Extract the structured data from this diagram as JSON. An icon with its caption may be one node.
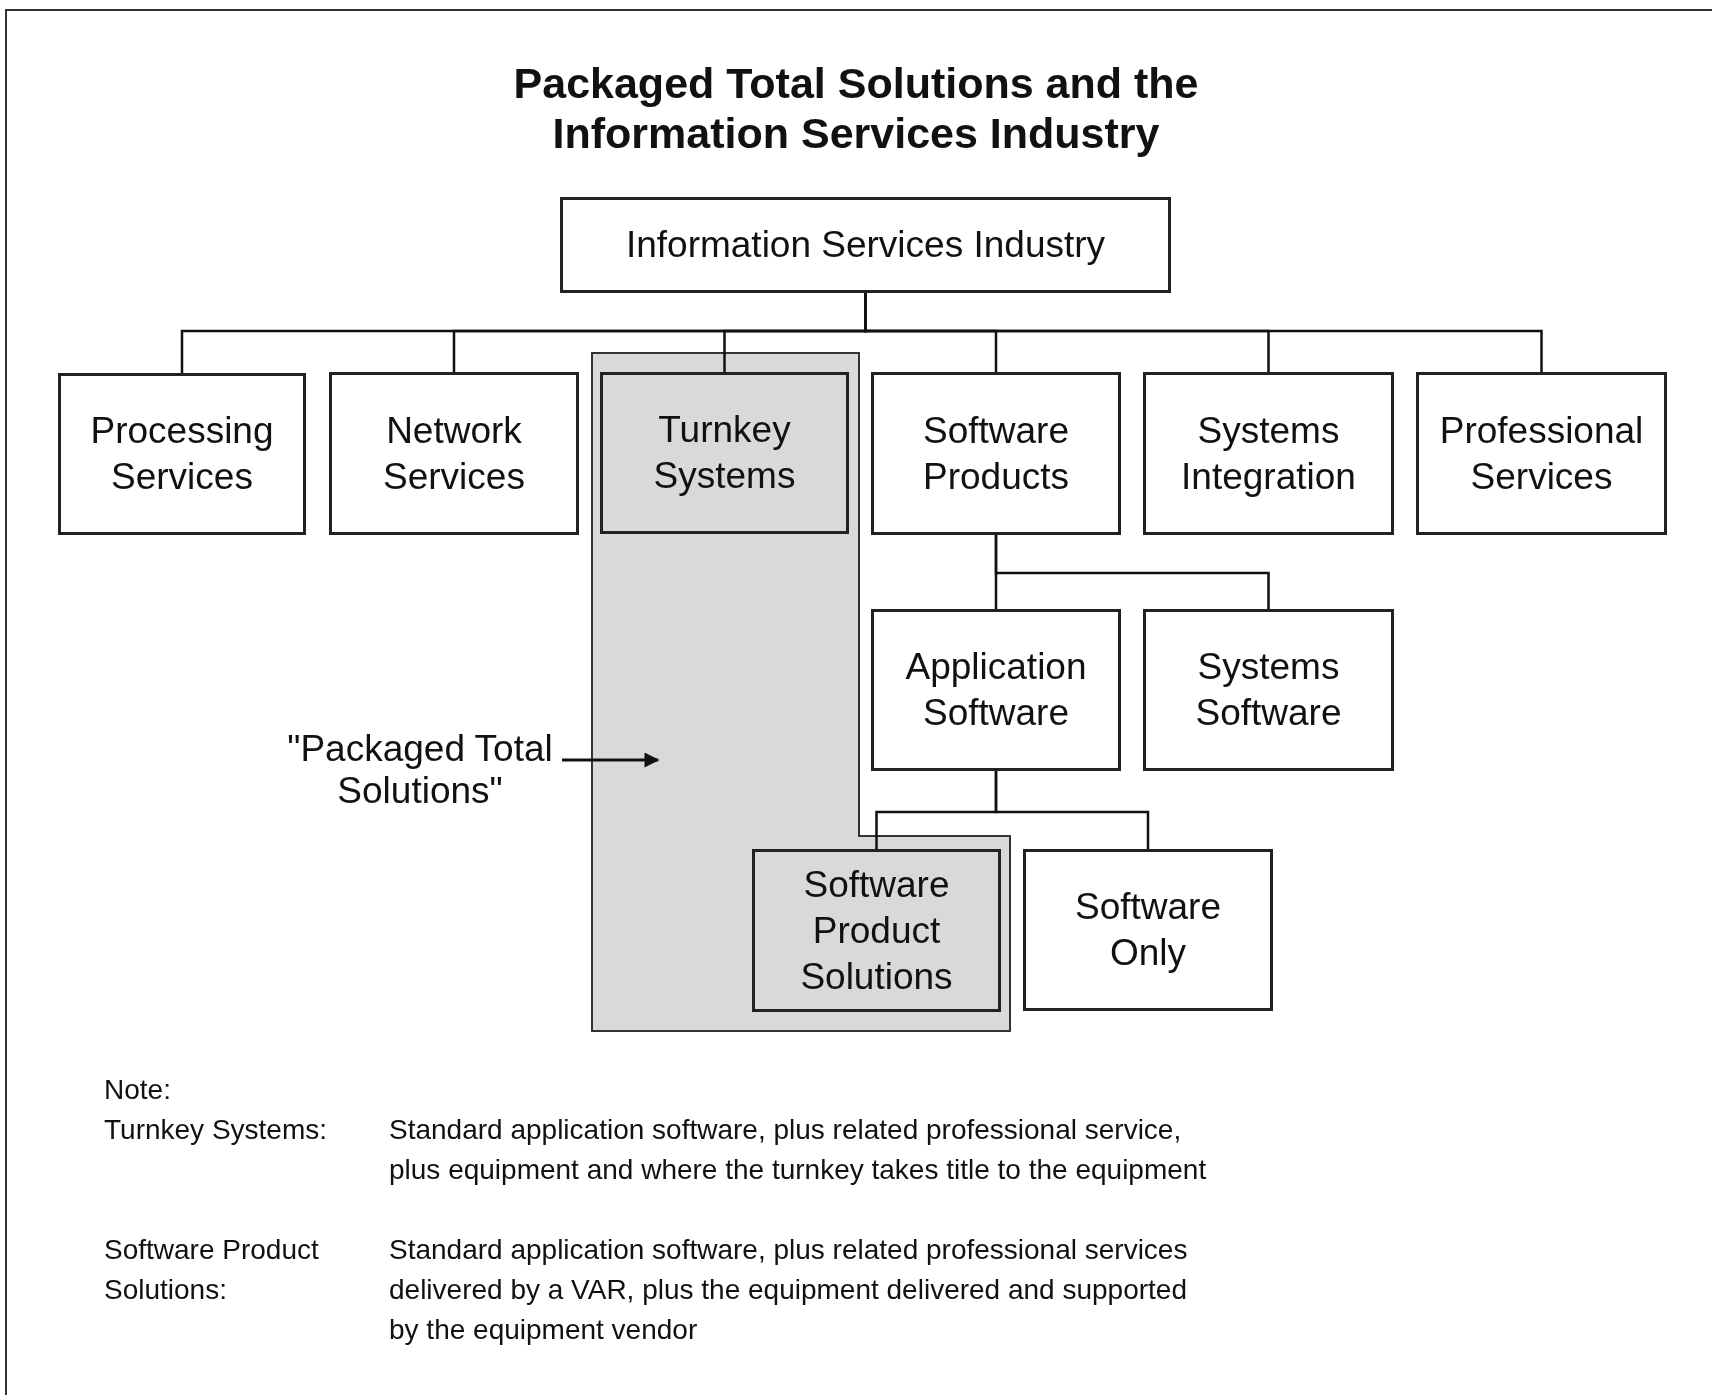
{
  "diagram": {
    "title": "Packaged Total Solutions and the Information Services Industry",
    "nodes": [
      {
        "text": [
          "Information Services Industry"
        ]
      },
      {
        "text": [
          "Processing Services"
        ]
      },
      {
        "text": [
          "Network Services"
        ]
      },
      {
        "text": [],
        "shape": "box"
      },
      {
        "text": [
          "Turnkey Systems"
        ],
        "in": 3
      },
      {
        "text": [
          "Software Products"
        ]
      },
      {
        "text": [
          "Systems Integration"
        ]
      },
      {
        "text": [
          "Professional Services"
        ]
      },
      {
        "text": [
          "Application Software"
        ]
      },
      {
        "text": [
          "Systems Software"
        ]
      },
      {
        "text": [
          "\"Packaged Total Solutions\""
        ]
      },
      {
        "text": [
          "Software Product Solutions"
        ],
        "in": 3
      },
      {
        "text": [
          "Software Only"
        ]
      }
    ],
    "edges": [
      {
        "from": 0,
        "to": 1,
        "arrow": "none"
      },
      {
        "from": 0,
        "to": 2,
        "arrow": "none"
      },
      {
        "from": 0,
        "to": 4,
        "arrow": "none"
      },
      {
        "from": 0,
        "to": 5,
        "arrow": "none"
      },
      {
        "from": 0,
        "to": 6,
        "arrow": "none"
      },
      {
        "from": 0,
        "to": 7,
        "arrow": "none"
      },
      {
        "from": 5,
        "to": 8,
        "arrow": "none"
      },
      {
        "from": 5,
        "to": 9,
        "arrow": "none"
      },
      {
        "from": 8,
        "to": 11,
        "arrow": "none"
      },
      {
        "from": 8,
        "to": 12,
        "arrow": "none"
      },
      {
        "from": 10,
        "to": 3,
        "arrow": "to"
      }
    ],
    "labels": [
      "Note:",
      "Turnkey Systems:",
      "Standard application software, plus related professional service, plus equipment and where the turnkey takes title to the equipment",
      "Software Product Solutions:",
      "Standard application software, plus related professional services delivered by a VAR, plus the equipment delivered and supported by the equipment vendor"
    ]
  }
}
